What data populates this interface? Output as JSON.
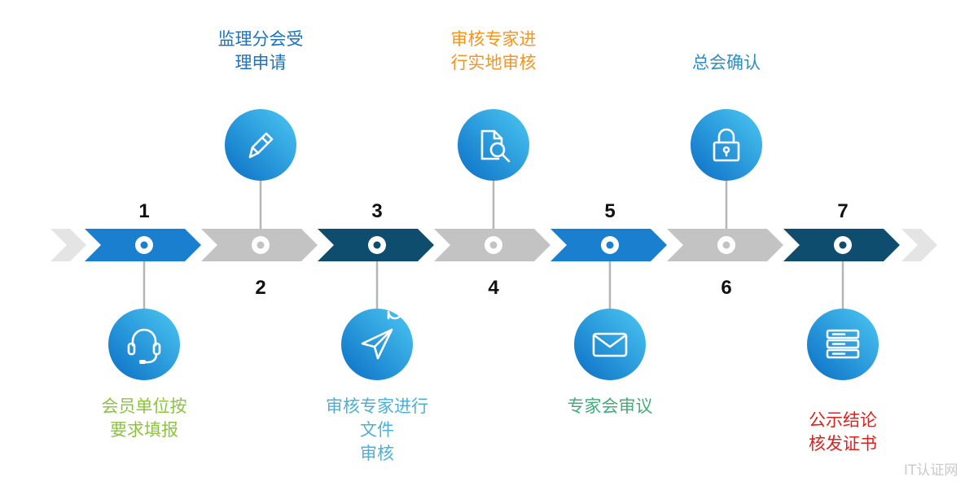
{
  "colors": {
    "blue": "#1b7fd0",
    "gray": "#c3c3c3",
    "navy": "#0e4d6e",
    "ghost": "#e4e4e4"
  },
  "steps": [
    {
      "number": "1",
      "line1": "会员单位按",
      "line2": "要求填报",
      "line3": "",
      "label_color": "#8dc43f",
      "icon": "headset-icon",
      "segment": "blue"
    },
    {
      "number": "2",
      "line1": "监理分会受",
      "line2": "理申请",
      "line3": "",
      "label_color": "#1e73be",
      "icon": "pencil-icon",
      "segment": "gray"
    },
    {
      "number": "3",
      "line1": "审核专家进行",
      "line2": "文件",
      "line3": "审核",
      "label_color": "#4ab0da",
      "icon": "paper-plane-icon",
      "segment": "navy"
    },
    {
      "number": "4",
      "line1": "审核专家进",
      "line2": "行实地审核",
      "line3": "",
      "label_color": "#f7941d",
      "icon": "document-search-icon",
      "segment": "gray"
    },
    {
      "number": "5",
      "line1": "专家会审议",
      "line2": "",
      "line3": "",
      "label_color": "#3fae7a",
      "icon": "envelope-icon",
      "segment": "blue"
    },
    {
      "number": "6",
      "line1": "总会确认",
      "line2": "",
      "line3": "",
      "label_color": "#2e8fc4",
      "icon": "lock-icon",
      "segment": "gray"
    },
    {
      "number": "7",
      "line1": "公示结论",
      "line2": "核发证书",
      "line3": "",
      "label_color": "#e0201b",
      "icon": "server-icon",
      "segment": "navy"
    }
  ],
  "watermark": "IT认证网"
}
